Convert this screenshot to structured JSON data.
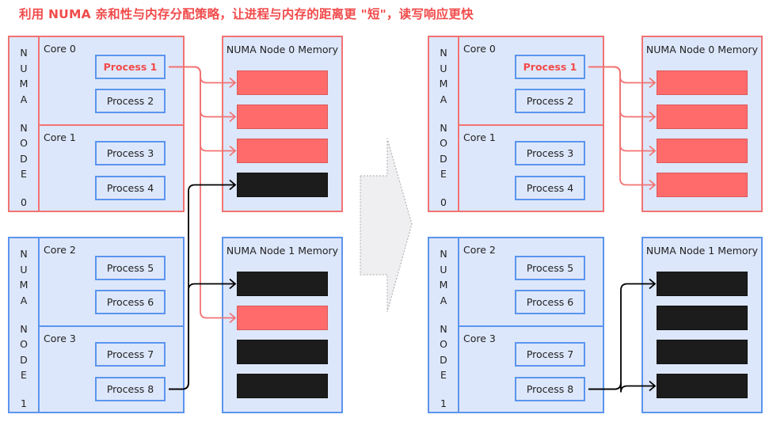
{
  "title": "利用 NUMA 亲和性与内存分配策略，让进程与内存的距离更 \"短\"，读写响应更快",
  "colors": {
    "accent_red": "#f24b4b",
    "node0_border": "#f27373",
    "node1_border": "#5b95ee",
    "box_fill": "#dde7fb",
    "mem_block_local": "#ff6b6b",
    "mem_block_other": "#1c1c1c",
    "transition_arrow": "#efeff1"
  },
  "panels": [
    {
      "id": "before",
      "nodes": [
        {
          "label_letters": [
            "N",
            "U",
            "M",
            "A",
            "",
            "N",
            "O",
            "D",
            "E",
            "",
            "0"
          ],
          "cores": [
            {
              "label": "Core 0",
              "processes": [
                {
                  "label": "Process 1",
                  "highlighted": true
                },
                {
                  "label": "Process 2",
                  "highlighted": false
                }
              ]
            },
            {
              "label": "Core 1",
              "processes": [
                {
                  "label": "Process 3",
                  "highlighted": false
                },
                {
                  "label": "Process 4",
                  "highlighted": false
                }
              ]
            }
          ],
          "memory": {
            "label": "NUMA Node 0 Memory",
            "blocks": [
              "red",
              "red",
              "red",
              "black"
            ]
          }
        },
        {
          "label_letters": [
            "N",
            "U",
            "M",
            "A",
            "",
            "N",
            "O",
            "D",
            "E",
            "",
            "1"
          ],
          "cores": [
            {
              "label": "Core 2",
              "processes": [
                {
                  "label": "Process 5",
                  "highlighted": false
                },
                {
                  "label": "Process 6",
                  "highlighted": false
                }
              ]
            },
            {
              "label": "Core 3",
              "processes": [
                {
                  "label": "Process 7",
                  "highlighted": false
                },
                {
                  "label": "Process 8",
                  "highlighted": false
                }
              ]
            }
          ],
          "memory": {
            "label": "NUMA Node 1 Memory",
            "blocks": [
              "black",
              "red",
              "black",
              "black"
            ]
          }
        }
      ],
      "links": [
        {
          "from": "Process 1",
          "to": "NUMA Node 0 Memory block 1",
          "color": "red"
        },
        {
          "from": "Process 1",
          "to": "NUMA Node 0 Memory block 2",
          "color": "red"
        },
        {
          "from": "Process 1",
          "to": "NUMA Node 0 Memory block 3",
          "color": "red"
        },
        {
          "from": "Process 1",
          "to": "NUMA Node 1 Memory block 2",
          "color": "red"
        },
        {
          "from": "Process 8",
          "to": "NUMA Node 0 Memory block 4",
          "color": "black"
        },
        {
          "from": "Process 8",
          "to": "NUMA Node 1 Memory block 1",
          "color": "black"
        }
      ]
    },
    {
      "id": "after",
      "nodes": [
        {
          "label_letters": [
            "N",
            "U",
            "M",
            "A",
            "",
            "N",
            "O",
            "D",
            "E",
            "",
            "0"
          ],
          "cores": [
            {
              "label": "Core 0",
              "processes": [
                {
                  "label": "Process 1",
                  "highlighted": true
                },
                {
                  "label": "Process 2",
                  "highlighted": false
                }
              ]
            },
            {
              "label": "Core 1",
              "processes": [
                {
                  "label": "Process 3",
                  "highlighted": false
                },
                {
                  "label": "Process 4",
                  "highlighted": false
                }
              ]
            }
          ],
          "memory": {
            "label": "NUMA Node 0 Memory",
            "blocks": [
              "red",
              "red",
              "red",
              "red"
            ]
          }
        },
        {
          "label_letters": [
            "N",
            "U",
            "M",
            "A",
            "",
            "N",
            "O",
            "D",
            "E",
            "",
            "1"
          ],
          "cores": [
            {
              "label": "Core 2",
              "processes": [
                {
                  "label": "Process 5",
                  "highlighted": false
                },
                {
                  "label": "Process 6",
                  "highlighted": false
                }
              ]
            },
            {
              "label": "Core 3",
              "processes": [
                {
                  "label": "Process 7",
                  "highlighted": false
                },
                {
                  "label": "Process 8",
                  "highlighted": false
                }
              ]
            }
          ],
          "memory": {
            "label": "NUMA Node 1 Memory",
            "blocks": [
              "black",
              "black",
              "black",
              "black"
            ]
          }
        }
      ],
      "links": [
        {
          "from": "Process 1",
          "to": "NUMA Node 0 Memory block 1",
          "color": "red"
        },
        {
          "from": "Process 1",
          "to": "NUMA Node 0 Memory block 2",
          "color": "red"
        },
        {
          "from": "Process 1",
          "to": "NUMA Node 0 Memory block 3",
          "color": "red"
        },
        {
          "from": "Process 1",
          "to": "NUMA Node 0 Memory block 4",
          "color": "red"
        },
        {
          "from": "Process 8",
          "to": "NUMA Node 1 Memory block 1",
          "color": "black"
        },
        {
          "from": "Process 8",
          "to": "NUMA Node 1 Memory block 4",
          "color": "black"
        }
      ]
    }
  ]
}
